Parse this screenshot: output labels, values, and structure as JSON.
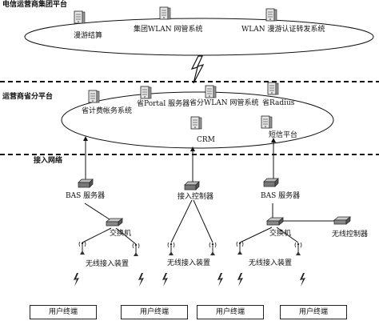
{
  "sections": {
    "group_platform": "电信运营商集团平台",
    "province_platform": "运营商省分平台",
    "access_network": "接入网络"
  },
  "group_nodes": {
    "roaming_settlement": "漫游结算",
    "wlan_mgmt": "集团WLAN 网管系统",
    "roaming_auth": "WLAN  漫游认证转发系统"
  },
  "province_nodes": {
    "billing": "省计费帐务系统",
    "portal": "省Portal 服务器",
    "wlan_mgmt": "省分WLAN 网管系统",
    "radius": "省Radius",
    "crm": "CRM",
    "sms": "短信平台"
  },
  "access_nodes": {
    "bas_left": "BAS  服务器",
    "controller_mid": "接入控制器",
    "bas_right": "BAS  服务器",
    "switch_left": "交换机",
    "switch_right": "交换机",
    "wireless_controller": "无线控制器",
    "ap_left": "无线接入装置",
    "ap_mid": "无线接入装置",
    "ap_right": "无线接入装置"
  },
  "terminals": [
    "用户终端",
    "用户终端",
    "用户终端",
    "用户终端"
  ],
  "icons": [
    "server-icon",
    "router-icon",
    "switch-icon",
    "antenna-icon",
    "lightning-icon"
  ]
}
